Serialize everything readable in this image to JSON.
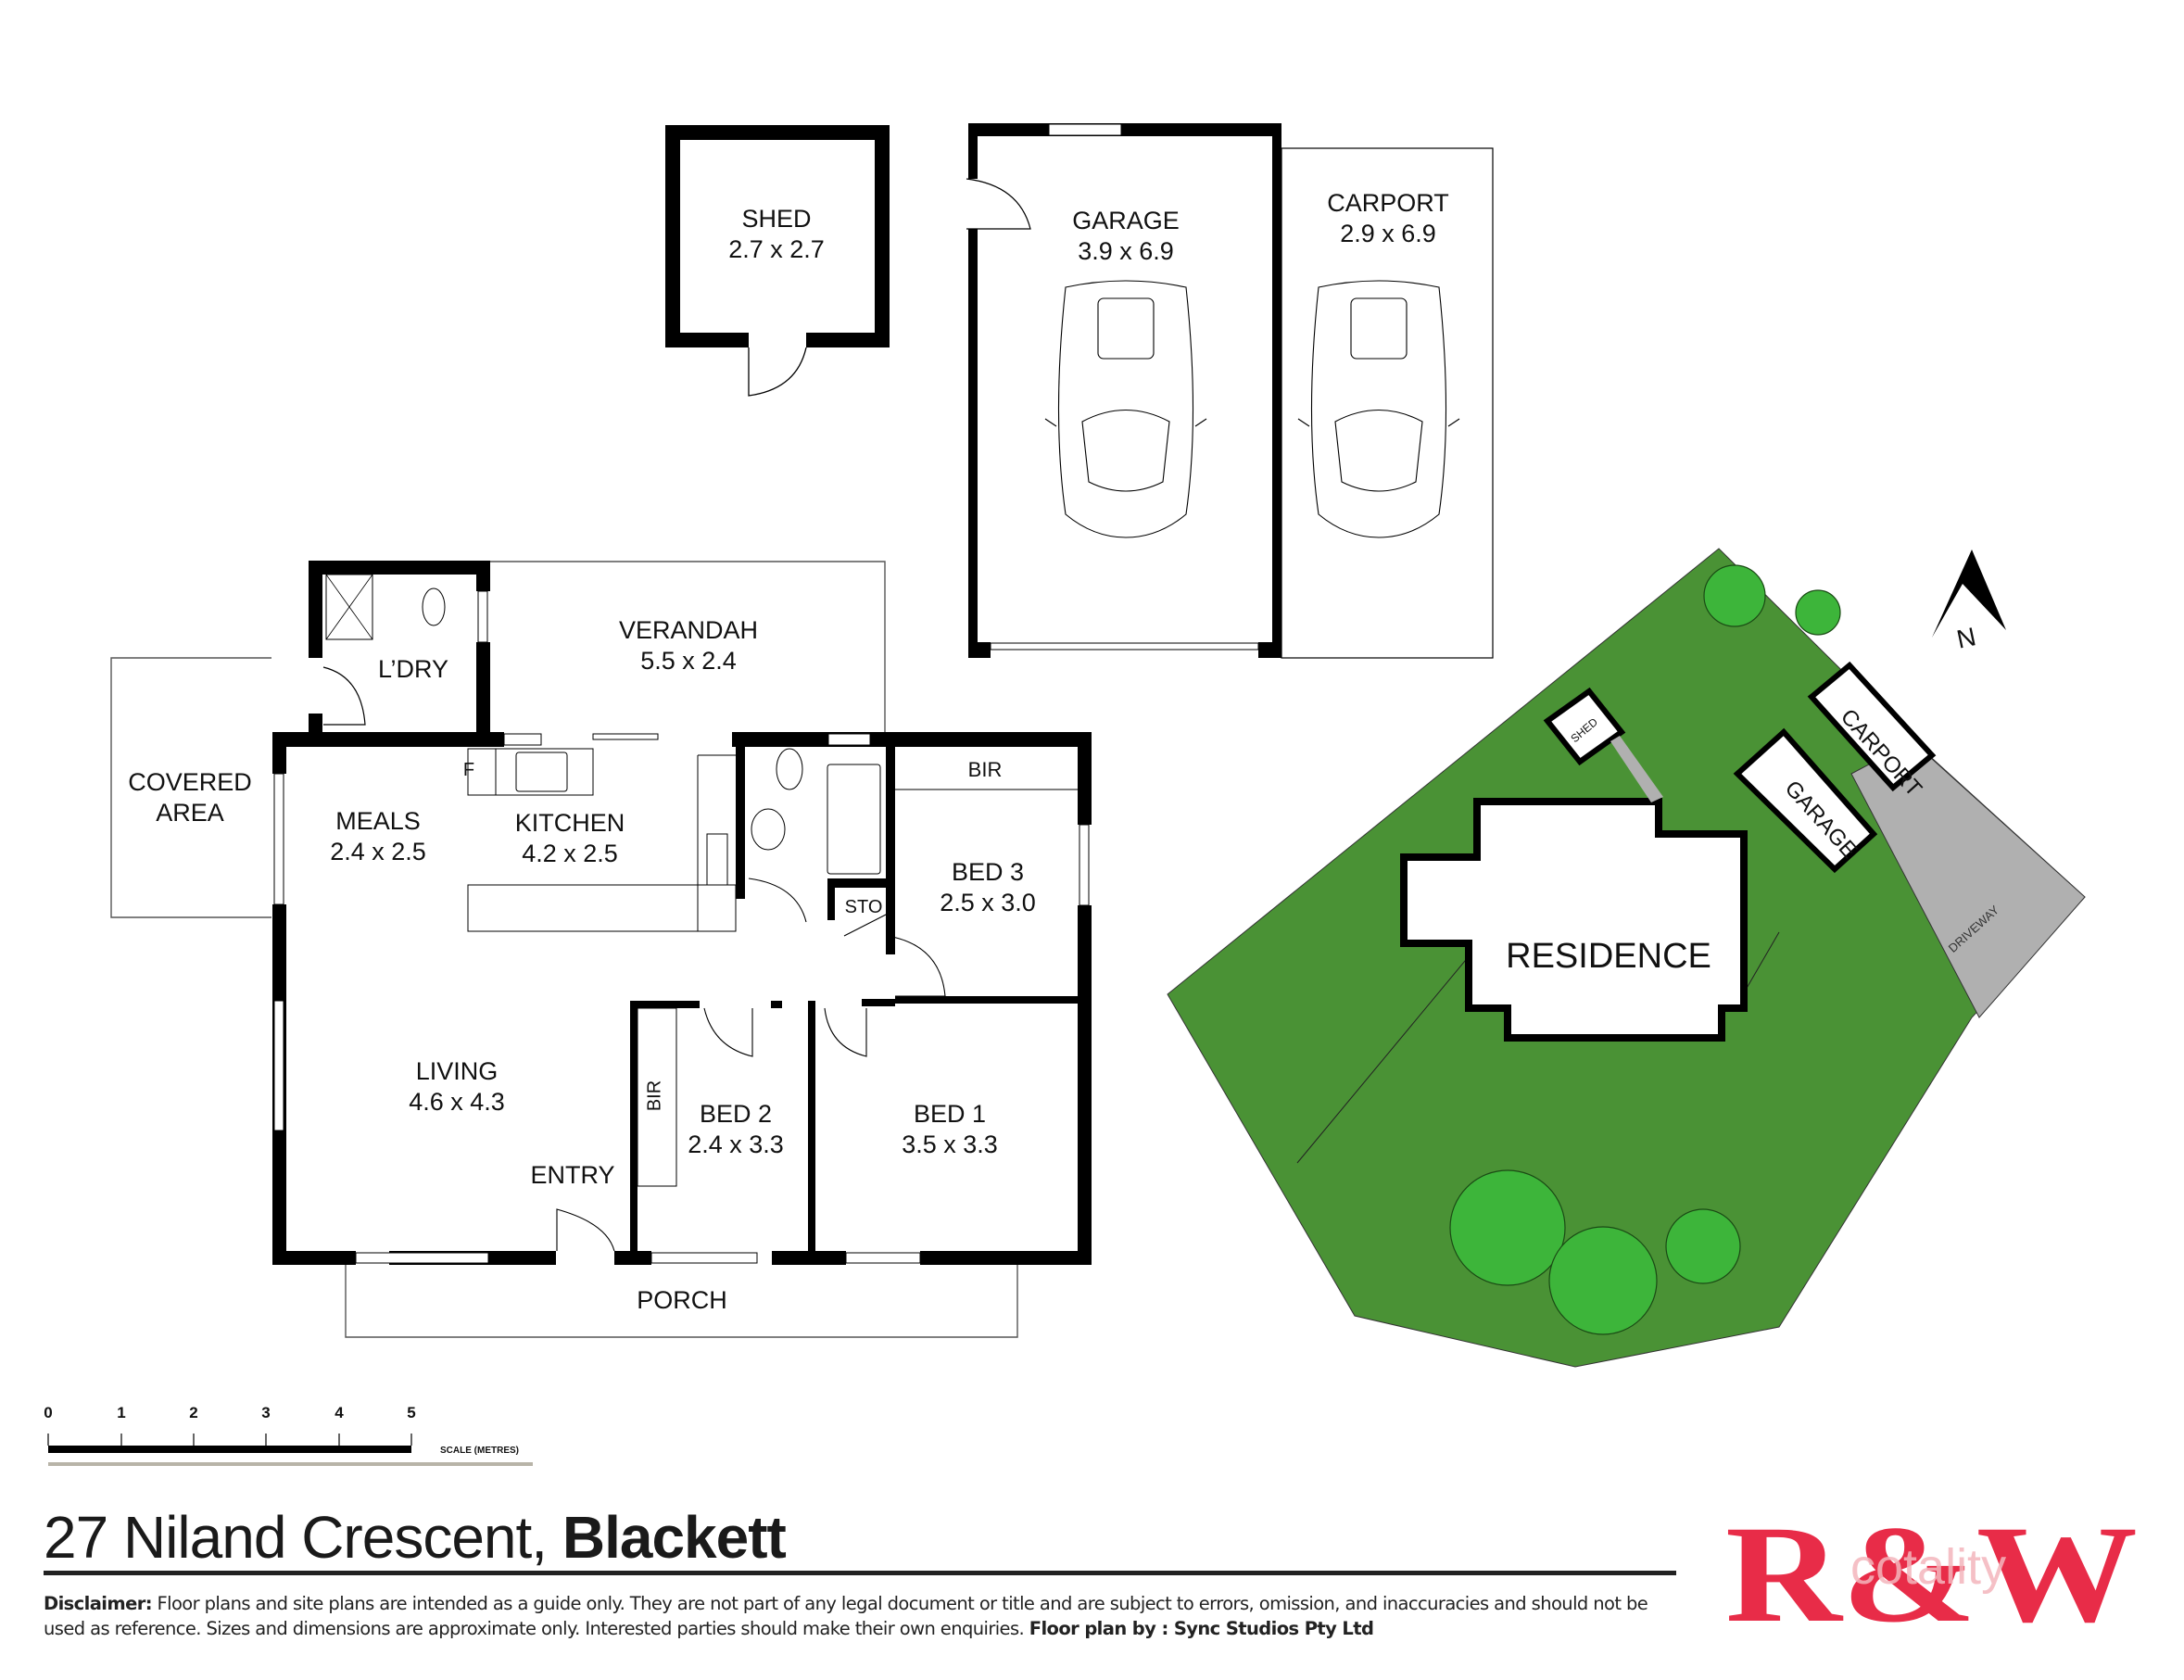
{
  "floorplan": {
    "rooms": [
      {
        "id": "shed",
        "name": "SHED",
        "dims": "2.7 x 2.7"
      },
      {
        "id": "garage",
        "name": "GARAGE",
        "dims": "3.9 x 6.9"
      },
      {
        "id": "carport",
        "name": "CARPORT",
        "dims": "2.9 x 6.9"
      },
      {
        "id": "verandah",
        "name": "VERANDAH",
        "dims": "5.5 x 2.4"
      },
      {
        "id": "laundry",
        "name": "L’DRY",
        "dims": ""
      },
      {
        "id": "covered",
        "name": "COVERED",
        "name2": "AREA"
      },
      {
        "id": "meals",
        "name": "MEALS",
        "dims": "2.4 x 2.5"
      },
      {
        "id": "kitchen",
        "name": "KITCHEN",
        "dims": "4.2 x 2.5"
      },
      {
        "id": "bed3",
        "name": "BED 3",
        "dims": "2.5 x 3.0"
      },
      {
        "id": "living",
        "name": "LIVING",
        "dims": "4.6 x 4.3"
      },
      {
        "id": "bed2",
        "name": "BED 2",
        "dims": "2.4 x 3.3"
      },
      {
        "id": "bed1",
        "name": "BED 1",
        "dims": "3.5 x 3.3"
      },
      {
        "id": "entry",
        "name": "ENTRY"
      },
      {
        "id": "porch",
        "name": "PORCH"
      }
    ],
    "fixtures": {
      "fridge": "F",
      "storage": "STO",
      "bir_bed3": "BIR",
      "bir_bed2": "BIR"
    }
  },
  "siteplan": {
    "residence": "RESIDENCE",
    "shed": "SHED",
    "garage": "GARAGE",
    "carport": "CARPORT",
    "driveway": "DRIVEWAY",
    "north": "N",
    "colors": {
      "lawn": "#4a9235",
      "tree": "#3db53a",
      "driveway": "#b0b0b0"
    }
  },
  "scale": {
    "ticks": [
      "0",
      "1",
      "2",
      "3",
      "4",
      "5"
    ],
    "label": "SCALE (METRES)"
  },
  "footer": {
    "address_street": "27 Niland Crescent,",
    "address_suburb": "Blackett",
    "disclaimer_label": "Disclaimer:",
    "disclaimer_text": " Floor plans and site plans are intended as a guide only. They are not part of any legal document or title and are subject to errors, omission, and inaccuracies and should not be used as reference. Sizes and dimensions are approximate only. Interested parties should make their own enquiries. ",
    "credit": "Floor plan by : Sync Studios Pty Ltd"
  },
  "logo": {
    "text": "R&W",
    "overlay": "cotality",
    "color": "#e82c48"
  }
}
